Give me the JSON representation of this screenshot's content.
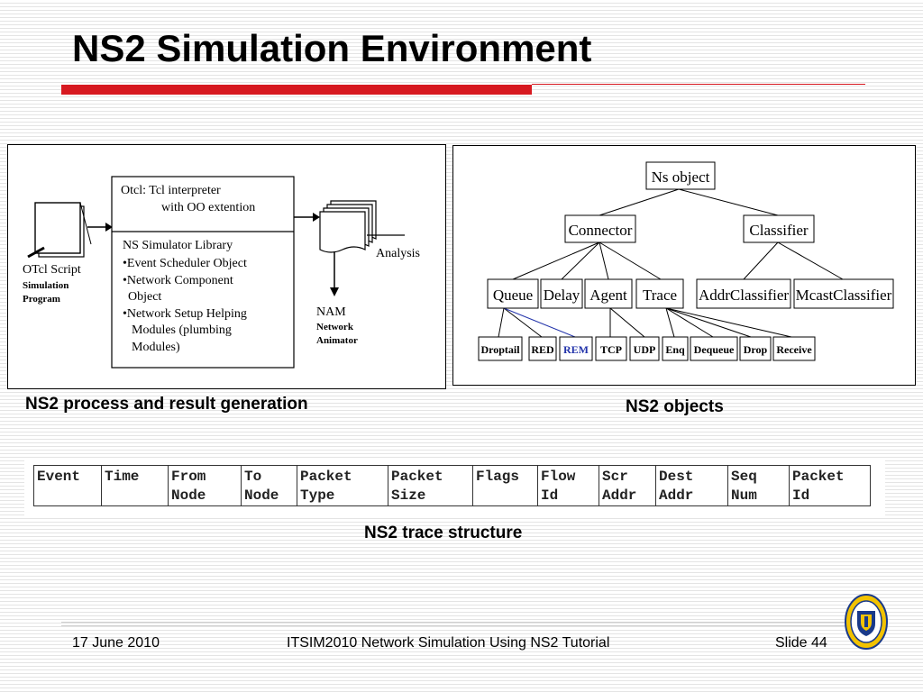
{
  "slide": {
    "title": "NS2 Simulation Environment",
    "accent_color": "#d71920"
  },
  "figure_left": {
    "otcl_script_lines": [
      "OTcl Script",
      "Simulation",
      "Program"
    ],
    "otcl_box_lines": [
      "Otcl: Tcl interpreter",
      "with OO extention"
    ],
    "ns_box_lines": [
      "NS Simulator Library",
      "•Event Scheduler Object",
      "•Network Component",
      "Object",
      "•Network Setup Helping",
      "Modules (plumbing",
      "Modules)"
    ],
    "analysis_label": "Analysis",
    "nam_lines": [
      "NAM",
      "Network",
      "Animator"
    ],
    "caption": "NS2 process and result generation"
  },
  "figure_right": {
    "root": "Ns object",
    "level1": [
      "Connector",
      "Classifier"
    ],
    "connector_children": [
      "Queue",
      "Delay",
      "Agent",
      "Trace"
    ],
    "classifier_children": [
      "AddrClassifier",
      "McastClassifier"
    ],
    "leaves": [
      "Droptail",
      "RED",
      "REM",
      "TCP",
      "UDP",
      "Enq",
      "Dequeue",
      "Drop",
      "Receive"
    ],
    "highlight_color": "#2233aa",
    "caption": "NS2 objects"
  },
  "trace": {
    "columns": [
      "Event",
      "Time",
      "From\nNode",
      "To\nNode",
      "Packet\nType",
      "Packet\nSize",
      "Flags",
      "Flow\nId",
      "Scr\nAddr",
      "Dest\nAddr",
      "Seq\nNum",
      "Packet\n Id"
    ],
    "caption": "NS2 trace structure"
  },
  "footer": {
    "date": "17 June 2010",
    "center": "ITSIM2010 Network Simulation Using NS2 Tutorial",
    "slide": "Slide 44",
    "logo_icon": "university-crest-icon"
  }
}
